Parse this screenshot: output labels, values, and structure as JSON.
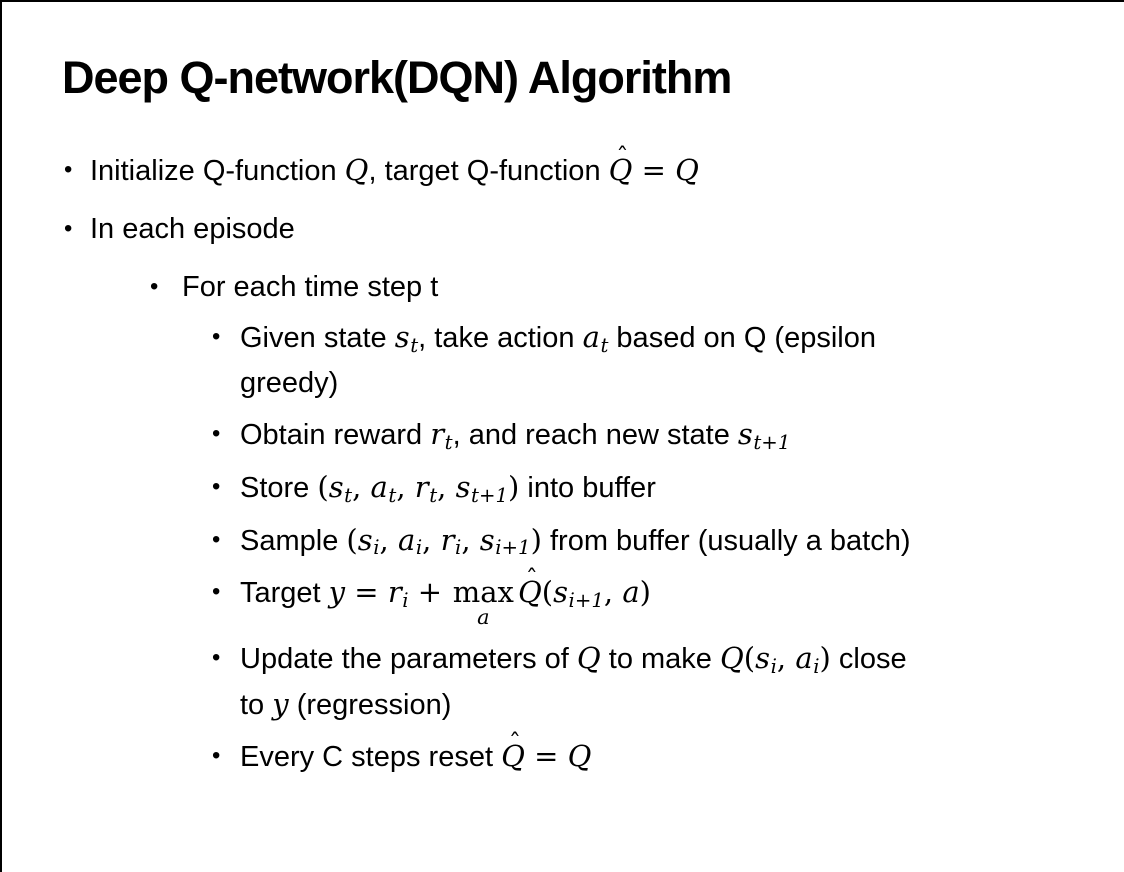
{
  "slide": {
    "title": "Deep Q-network(DQN) Algorithm",
    "glyphs": {
      "bullet": "•",
      "hat": "ˆ"
    },
    "bullets": [
      {
        "level": 1,
        "segments": [
          {
            "t": "txt",
            "v": "Initialize Q-function "
          },
          {
            "t": "m",
            "v": "Q"
          },
          {
            "t": "txt",
            "v": ", target Q-function "
          },
          {
            "t": "m",
            "v": "Q",
            "hat": true
          },
          {
            "t": "mop",
            "v": " = "
          },
          {
            "t": "m",
            "v": "Q"
          }
        ]
      },
      {
        "level": 1,
        "segments": [
          {
            "t": "txt",
            "v": "In each episode"
          }
        ]
      },
      {
        "level": 2,
        "segments": [
          {
            "t": "txt",
            "v": "For each time step t"
          }
        ]
      },
      {
        "level": 3,
        "segments": [
          {
            "t": "txt",
            "v": "Given state "
          },
          {
            "t": "m",
            "v": "s",
            "sub": "t"
          },
          {
            "t": "txt",
            "v": ", take action "
          },
          {
            "t": "m",
            "v": "a",
            "sub": "t"
          },
          {
            "t": "txt",
            "v": " based on Q (epsilon"
          },
          {
            "t": "br"
          },
          {
            "t": "txt",
            "v": "greedy)"
          }
        ]
      },
      {
        "level": 3,
        "segments": [
          {
            "t": "txt",
            "v": "Obtain reward "
          },
          {
            "t": "m",
            "v": "r",
            "sub": "t"
          },
          {
            "t": "txt",
            "v": ", and reach new state "
          },
          {
            "t": "m",
            "v": "s",
            "sub": "t+1"
          }
        ]
      },
      {
        "level": 3,
        "segments": [
          {
            "t": "txt",
            "v": "Store "
          },
          {
            "t": "mop",
            "v": "("
          },
          {
            "t": "m",
            "v": "s",
            "sub": "t"
          },
          {
            "t": "mop",
            "v": ", "
          },
          {
            "t": "m",
            "v": "a",
            "sub": "t"
          },
          {
            "t": "mop",
            "v": ", "
          },
          {
            "t": "m",
            "v": "r",
            "sub": "t"
          },
          {
            "t": "mop",
            "v": ", "
          },
          {
            "t": "m",
            "v": "s",
            "sub": "t+1"
          },
          {
            "t": "mop",
            "v": ")"
          },
          {
            "t": "txt",
            "v": " into buffer"
          }
        ]
      },
      {
        "level": 3,
        "segments": [
          {
            "t": "txt",
            "v": "Sample "
          },
          {
            "t": "mop",
            "v": "("
          },
          {
            "t": "m",
            "v": "s",
            "sub": "i"
          },
          {
            "t": "mop",
            "v": ", "
          },
          {
            "t": "m",
            "v": "a",
            "sub": "i"
          },
          {
            "t": "mop",
            "v": ", "
          },
          {
            "t": "m",
            "v": "r",
            "sub": "i"
          },
          {
            "t": "mop",
            "v": ", "
          },
          {
            "t": "m",
            "v": "s",
            "sub": "i+1"
          },
          {
            "t": "mop",
            "v": ")"
          },
          {
            "t": "txt",
            "v": " from buffer (usually a batch)"
          }
        ]
      },
      {
        "level": 3,
        "segments": [
          {
            "t": "txt",
            "v": "Target "
          },
          {
            "t": "m",
            "v": "y"
          },
          {
            "t": "mop",
            "v": " = "
          },
          {
            "t": "m",
            "v": "r",
            "sub": "i"
          },
          {
            "t": "mop",
            "v": " + "
          },
          {
            "t": "munder",
            "base": "max",
            "under": "a"
          },
          {
            "t": "m",
            "v": "Q",
            "hat": true
          },
          {
            "t": "mop",
            "v": "("
          },
          {
            "t": "m",
            "v": "s",
            "sub": "i+1"
          },
          {
            "t": "mop",
            "v": ", "
          },
          {
            "t": "m",
            "v": "a"
          },
          {
            "t": "mop",
            "v": ")"
          }
        ]
      },
      {
        "level": 3,
        "segments": [
          {
            "t": "txt",
            "v": "Update the parameters of "
          },
          {
            "t": "m",
            "v": "Q"
          },
          {
            "t": "txt",
            "v": " to make "
          },
          {
            "t": "m",
            "v": "Q"
          },
          {
            "t": "mop",
            "v": "("
          },
          {
            "t": "m",
            "v": "s",
            "sub": "i"
          },
          {
            "t": "mop",
            "v": ", "
          },
          {
            "t": "m",
            "v": "a",
            "sub": "i"
          },
          {
            "t": "mop",
            "v": ")"
          },
          {
            "t": "txt",
            "v": " close"
          },
          {
            "t": "br"
          },
          {
            "t": "txt",
            "v": "to "
          },
          {
            "t": "m",
            "v": "y"
          },
          {
            "t": "txt",
            "v": " (regression)"
          }
        ]
      },
      {
        "level": 3,
        "segments": [
          {
            "t": "txt",
            "v": "Every C steps reset "
          },
          {
            "t": "m",
            "v": "Q",
            "hat": true
          },
          {
            "t": "mop",
            "v": " = "
          },
          {
            "t": "m",
            "v": "Q"
          }
        ]
      }
    ]
  }
}
